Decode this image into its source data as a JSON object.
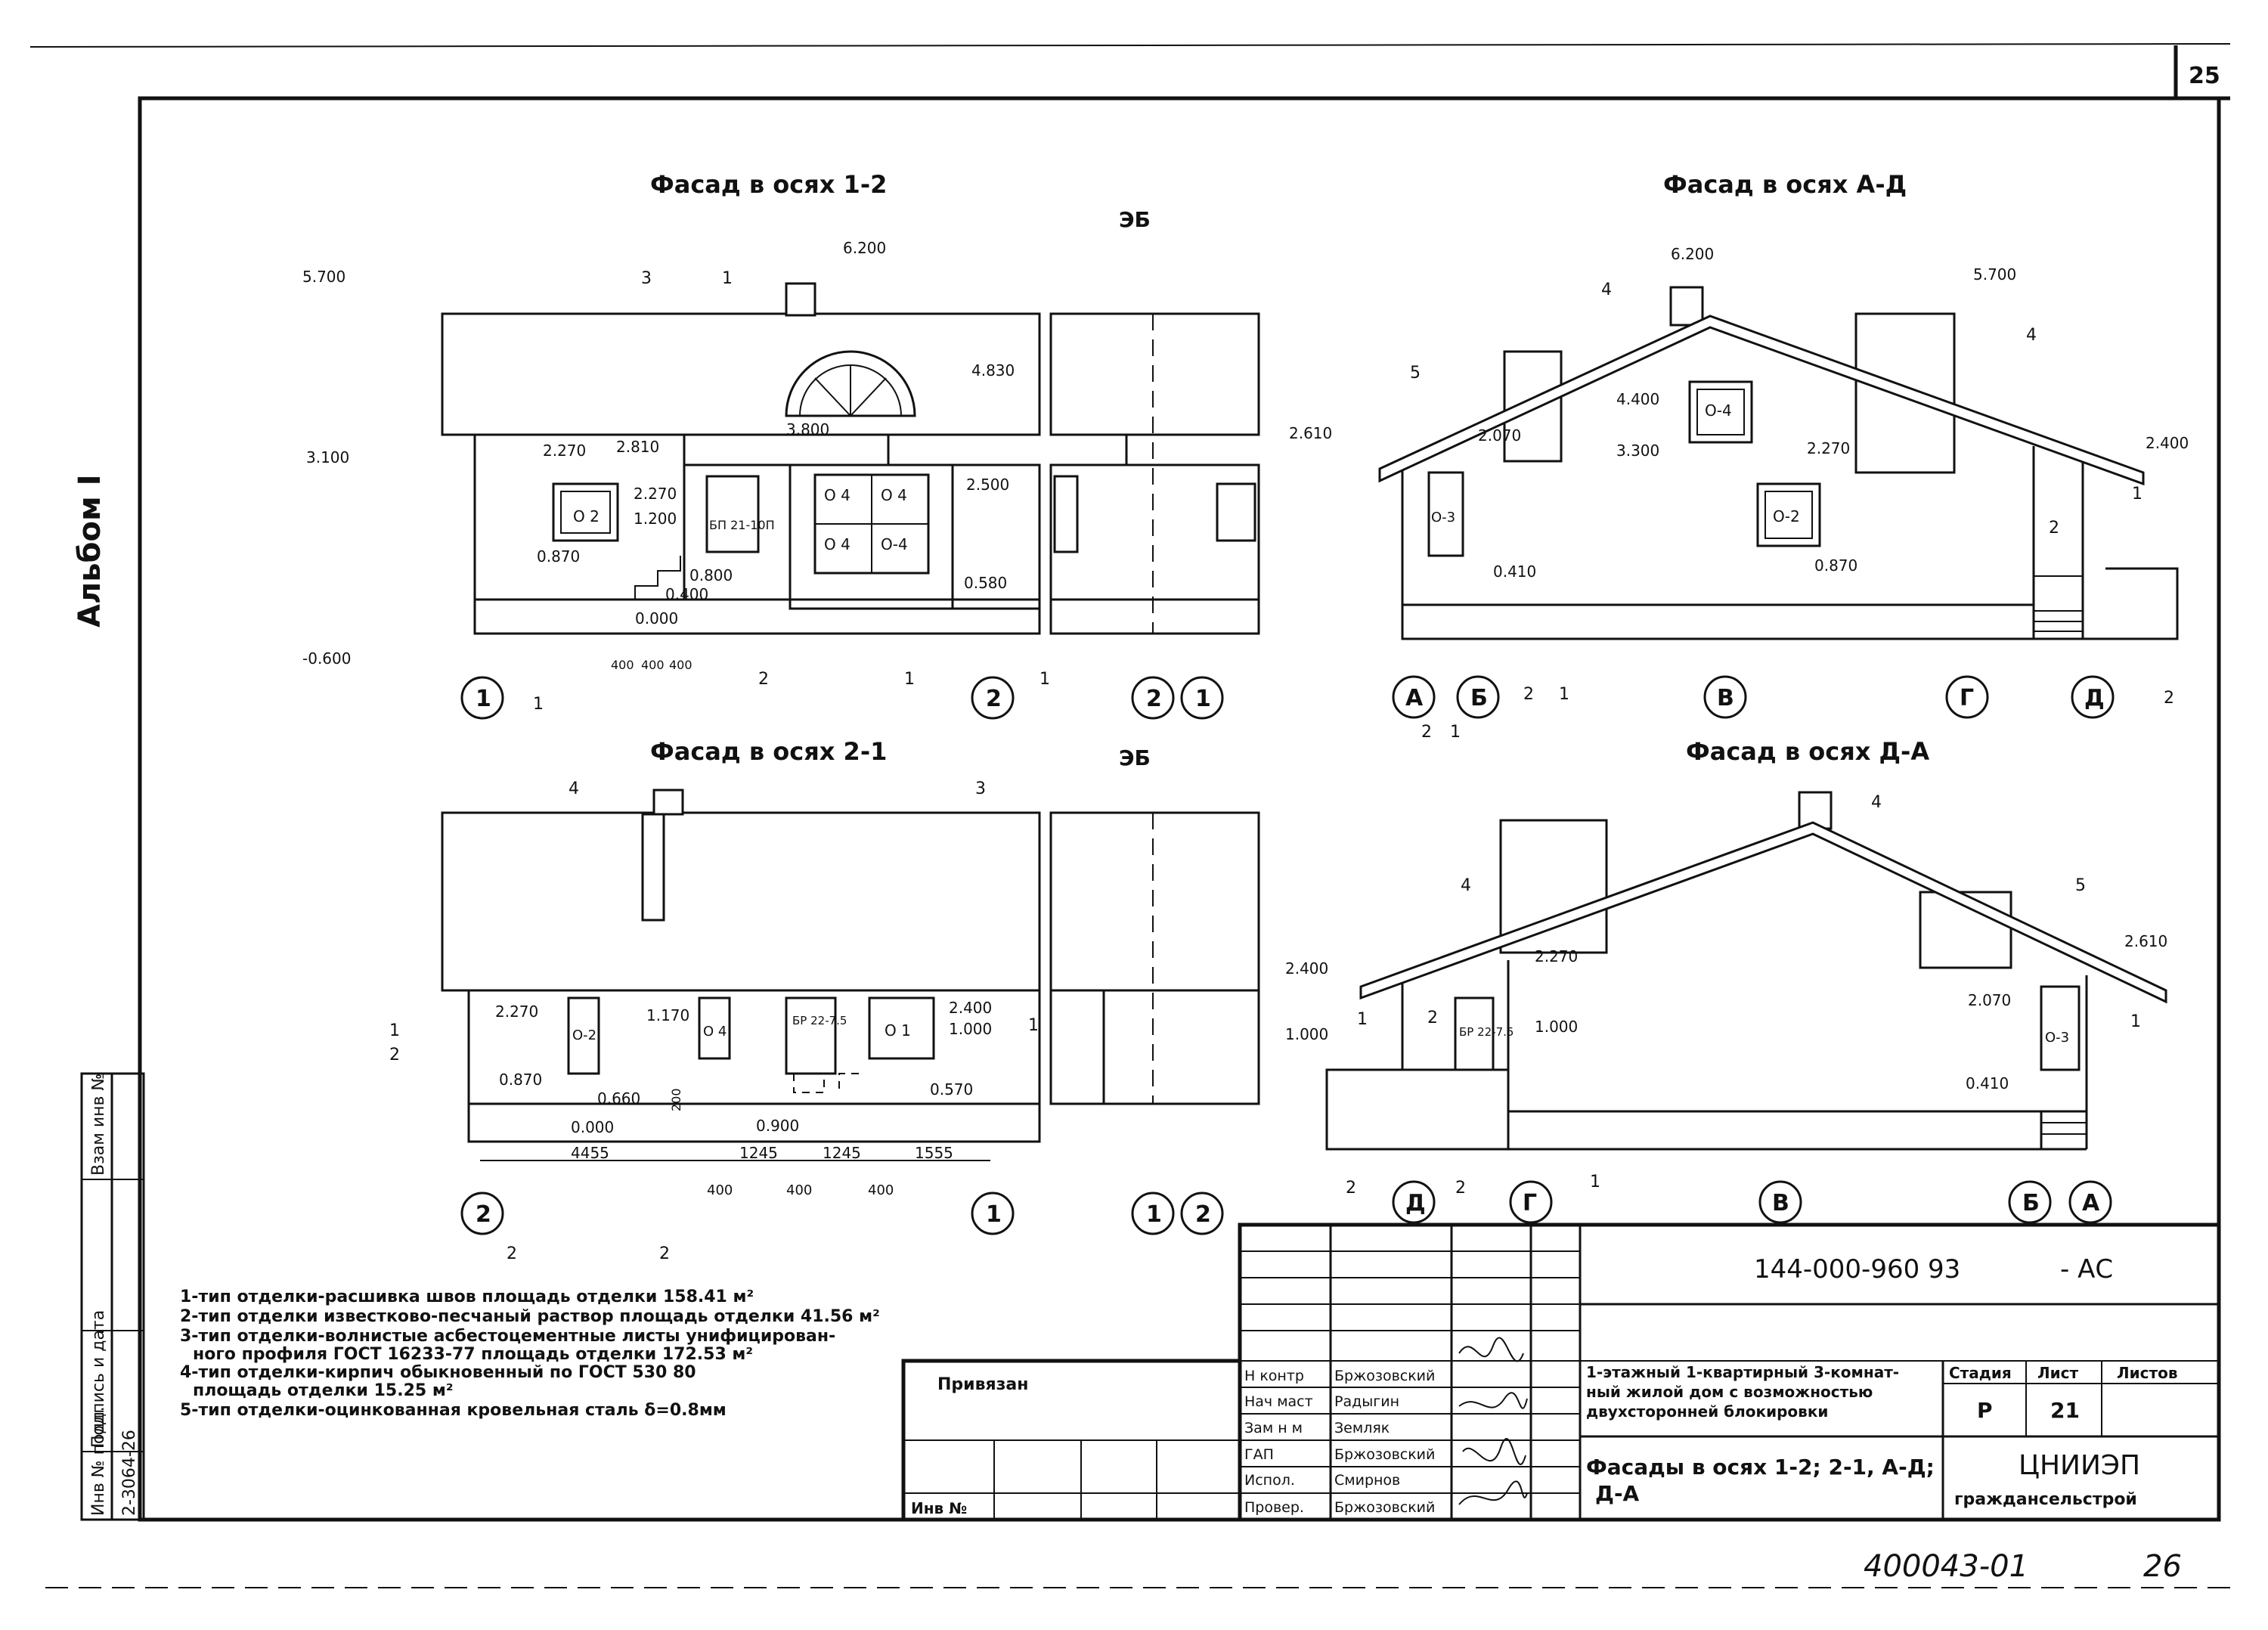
{
  "sheet": {
    "page_number": "25",
    "album": "Альбом I",
    "handwritten_code": "400043-01",
    "handwritten_page": "26"
  },
  "views": {
    "v1": {
      "title": "Фасад в осях 1-2",
      "eb": "ЭБ"
    },
    "v2": {
      "title": "Фасад в осях А-Д"
    },
    "v3": {
      "title": "Фасад в осях 2-1",
      "eb": "ЭБ"
    },
    "v4": {
      "title": "Фасад в осях Д-А"
    }
  },
  "v1_marks": {
    "m6200": "6.200",
    "m5700": "5.700",
    "m4830": "4.830",
    "m3800": "3.800",
    "m3100": "3.100",
    "m2270a": "2.270",
    "m2810": "2.810",
    "m2270b": "2.270",
    "m1200": "1.200",
    "m2500": "2.500",
    "m0870": "0.870",
    "m0580": "0.580",
    "m0800": "0.800",
    "m0400": "0.400",
    "m0000": "0.000",
    "m_0600": "-0.600",
    "d400a": "400",
    "d400b": "400",
    "d400c": "400",
    "w1": "О 2",
    "w2": "О 4",
    "w3": "О 4",
    "w4": "О 4",
    "w5": "О-4",
    "door": "БП 21-10П",
    "c1": "1",
    "c3": "3",
    "c1b": "1",
    "c2": "2",
    "c1c": "1",
    "c1d": "1"
  },
  "v1_axes": {
    "a1": "1",
    "a2": "2",
    "a3": "2",
    "a4": "1"
  },
  "v2_marks": {
    "m6200": "6.200",
    "m5700": "5.700",
    "m4400": "4.400",
    "m3300": "3.300",
    "m2610": "2.610",
    "m2070": "2.070",
    "m2270": "2.270",
    "m2400": "2.400",
    "m0410": "0.410",
    "m0870": "0.870",
    "w1": "О-4",
    "w2": "О-3",
    "w3": "О-2",
    "c4a": "4",
    "c4b": "4",
    "c5": "5",
    "c1": "1",
    "c2": "2",
    "c2a": "2",
    "c1a": "1",
    "c2b": "2",
    "c2c": "2",
    "c1b": "1"
  },
  "v2_axes": {
    "a": "А",
    "b": "Б",
    "v": "В",
    "g": "Г",
    "d": "Д"
  },
  "v3_marks": {
    "m2270": "2.270",
    "m1170": "1.170",
    "m2400": "2.400",
    "m1000": "1.000",
    "m0870": "0.870",
    "m0660": "0.660",
    "m0000": "0.000",
    "m0900": "0.900",
    "m0570": "0.570",
    "m200": "200",
    "w1": "О-2",
    "w2": "О 4",
    "w3": "О 1",
    "door": "БР 22-7.5",
    "c4": "4",
    "c3": "3",
    "c1": "1",
    "c2": "2",
    "c1b": "1",
    "c2b": "2",
    "c2c": "2",
    "d4455": "4455",
    "d1245a": "1245",
    "d1245b": "1245",
    "d1555": "1555",
    "d400a": "400",
    "d400b": "400",
    "d400c": "400"
  },
  "v3_axes": {
    "a1": "2",
    "a2": "1",
    "a3": "1",
    "a4": "2"
  },
  "v4_marks": {
    "m2400": "2.400",
    "m2270": "2.270",
    "m2610": "2.610",
    "m2070": "2.070",
    "m1000a": "1.000",
    "m1000b": "1.000",
    "m0410": "0.410",
    "w1": "О-3",
    "door": "БР 22-7.5",
    "c4a": "4",
    "c4b": "4",
    "c5": "5",
    "c1": "1",
    "c2": "2",
    "c1b": "1",
    "c2b": "2",
    "c2c": "2",
    "c1c": "1"
  },
  "v4_axes": {
    "d": "Д",
    "g": "Г",
    "v": "В",
    "b": "Б",
    "a": "А"
  },
  "notes": [
    "1-тип отделки-расшивка швов площадь отделки 158.41 м²",
    "2-тип отделки известково-песчаный раствор площадь отделки 41.56 м²",
    "3-тип отделки-волнистые асбестоцементные листы унифицирован-",
    "ного профиля ГОСТ 16233-77 площадь отделки 172.53 м²",
    "4-тип отделки-кирпич обыкновенный по ГОСТ 530 80",
    "площадь отделки 15.25 м²",
    "5-тип отделки-оцинкованная кровельная сталь δ=0.8мм"
  ],
  "left_strip": {
    "inv_podl": "Инв № подл.",
    "podpis": "Подпись и дата",
    "vzam": "Взам инв №",
    "number": "2-3064-26"
  },
  "titleblock": {
    "doc_code": "144-000-960 93",
    "doc_suffix": "- АС",
    "privyazan": "Привязан",
    "inv_no": "Инв №",
    "roles": [
      "Н контр",
      "Нач маст",
      "Зам н м",
      "ГАП",
      "Испол.",
      "Провер."
    ],
    "names": [
      "Бржозовский",
      "Радыгин",
      "Земляк",
      "Бржозовский",
      "Смирнов",
      "Бржозовский"
    ],
    "desc": [
      "1-этажный 1-квартирный 3-комнат-",
      "ный жилой дом с возможностью",
      "двухсторонней блокировки"
    ],
    "sheet_title_1": "Фасады в осях 1-2; 2-1, А-Д;",
    "sheet_title_2": "Д-А",
    "h_stage": "Стадия",
    "h_sheet": "Лист",
    "h_sheets": "Листов",
    "stage": "Р",
    "sheet": "21",
    "org_1": "ЦНИИЭП",
    "org_2": "граждансельстрой"
  }
}
